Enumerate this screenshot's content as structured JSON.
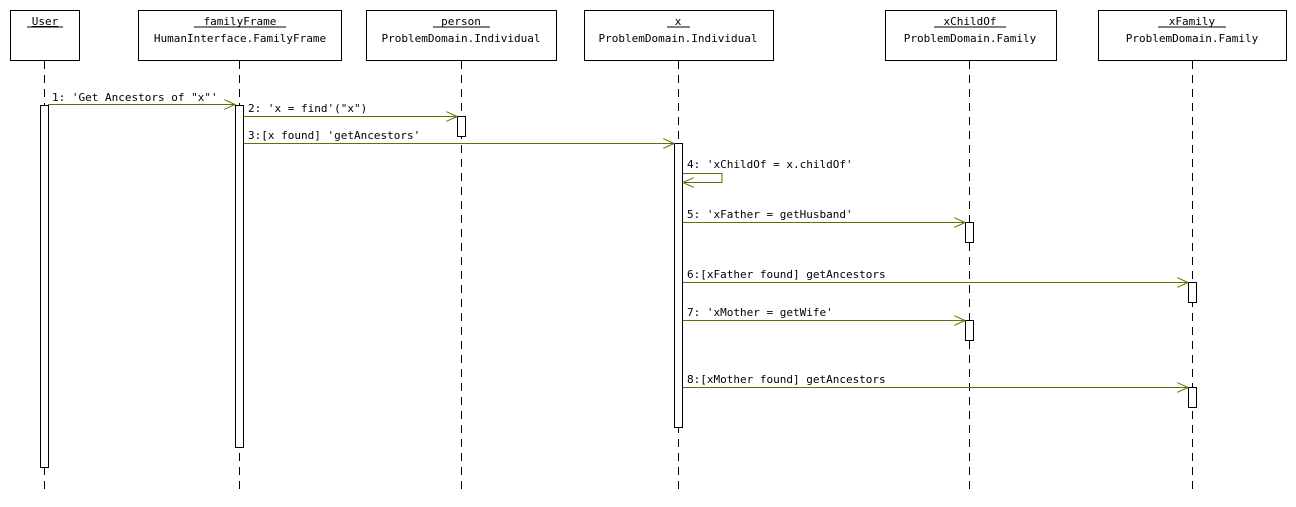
{
  "diagram": {
    "participants": [
      {
        "id": "user",
        "name": "User",
        "type": ""
      },
      {
        "id": "familyFrame",
        "name": "familyFrame",
        "type": "HumanInterface.FamilyFrame"
      },
      {
        "id": "person",
        "name": "person",
        "type": "ProblemDomain.Individual"
      },
      {
        "id": "x",
        "name": "x",
        "type": "ProblemDomain.Individual"
      },
      {
        "id": "xChildOf",
        "name": "xChildOf",
        "type": "ProblemDomain.Family"
      },
      {
        "id": "xFamily",
        "name": "xFamily",
        "type": "ProblemDomain.Family"
      }
    ],
    "messages": [
      {
        "label": "1: 'Get Ancestors of \"x\"'",
        "from": "user",
        "to": "familyFrame"
      },
      {
        "label": "2: 'x = find'(\"x\")",
        "from": "familyFrame",
        "to": "person"
      },
      {
        "label": "3:[x found] 'getAncestors'",
        "from": "familyFrame",
        "to": "x"
      },
      {
        "label": "4: 'xChildOf = x.childOf'",
        "from": "x",
        "to": "x"
      },
      {
        "label": "5: 'xFather = getHusband'",
        "from": "x",
        "to": "xChildOf"
      },
      {
        "label": "6:[xFather found] getAncestors",
        "from": "x",
        "to": "xFamily"
      },
      {
        "label": "7: 'xMother = getWife'",
        "from": "x",
        "to": "xChildOf"
      },
      {
        "label": "8:[xMother found] getAncestors",
        "from": "x",
        "to": "xFamily"
      }
    ],
    "colors": {
      "message_line": "#6b6b00",
      "outline": "#000000"
    }
  }
}
